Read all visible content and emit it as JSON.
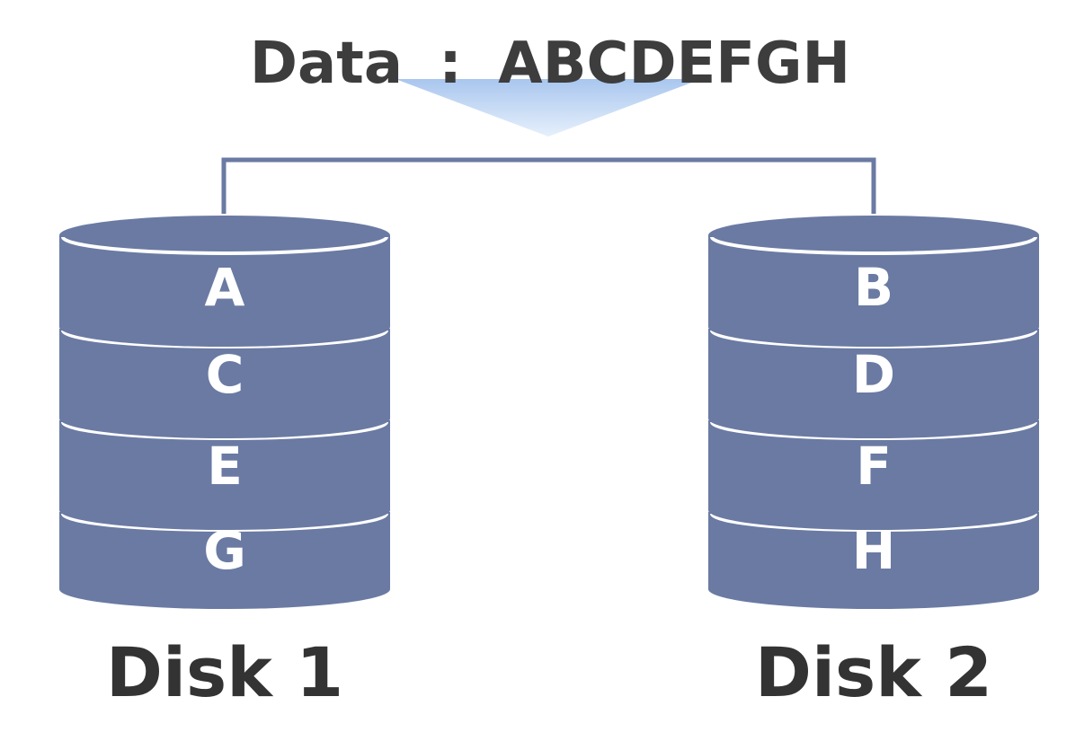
{
  "title": {
    "label": "Data",
    "separator": ":",
    "value": "ABCDEFGH"
  },
  "disks": [
    {
      "label": "Disk 1",
      "blocks": [
        "A",
        "C",
        "E",
        "G"
      ]
    },
    {
      "label": "Disk 2",
      "blocks": [
        "B",
        "D",
        "F",
        "H"
      ]
    }
  ],
  "colors": {
    "disk_fill": "#6a7aa3",
    "disk_edge": "#ffffff",
    "connector": "#6a7aa3",
    "arrow_top": "#a9c6ee",
    "arrow_bottom": "#e6f0fc",
    "title_text": "#3d3d3d",
    "label_text": "#333333"
  },
  "icons": {
    "arrow": "down-triangle-arrow-icon",
    "disk": "database-cylinder-icon"
  }
}
